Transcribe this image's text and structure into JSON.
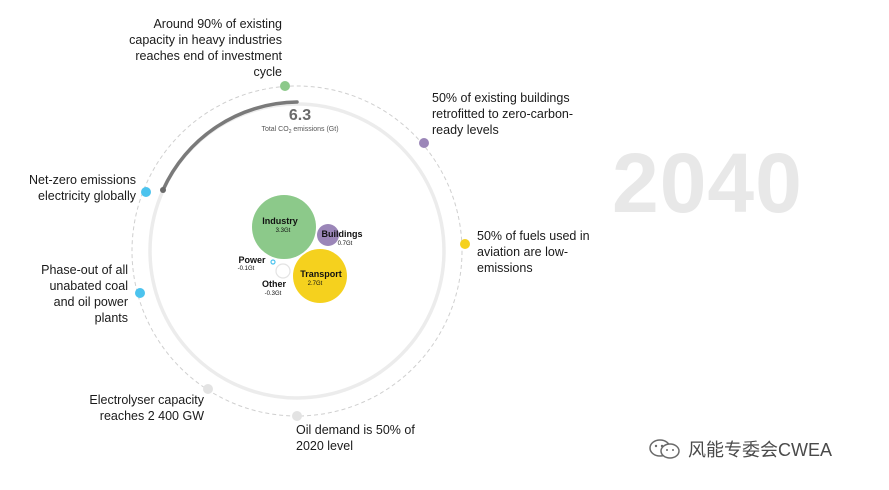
{
  "year": "2040",
  "total": {
    "value": "6.3",
    "label_prefix": "Total CO",
    "label_sub": "2",
    "label_suffix": " emissions (Gt)"
  },
  "milestones": [
    {
      "id": "industry",
      "text": "Around 90% of existing capacity in heavy industries reaches end of investment cycle",
      "color": "#8cc98a"
    },
    {
      "id": "buildings",
      "text": "50% of existing buildings retrofitted to zero-carbon-ready levels",
      "color": "#9b86b8"
    },
    {
      "id": "aviation",
      "text": "50% of fuels used in aviation are low-emissions",
      "color": "#f5d11e"
    },
    {
      "id": "oil-demand",
      "text": "Oil demand is 50% of 2020 level",
      "color": "#e3e3e3"
    },
    {
      "id": "electrolyser",
      "text": "Electrolyser capacity reaches 2 400 GW",
      "color": "#e3e3e3"
    },
    {
      "id": "coal-oil-phaseout",
      "text": "Phase-out of all unabated coal and oil power plants",
      "color": "#4cc3ee"
    },
    {
      "id": "net-zero-electricity",
      "text": "Net-zero emissions electricity globally",
      "color": "#4cc3ee"
    }
  ],
  "sectors": [
    {
      "name": "Industry",
      "value": "3.3Gt",
      "color": "#8cc98a"
    },
    {
      "name": "Buildings",
      "value": "0.7Gt",
      "color": "#9b86b8"
    },
    {
      "name": "Transport",
      "value": "2.7Gt",
      "color": "#f5d11e"
    },
    {
      "name": "Power",
      "value": "-0.1Gt",
      "color": "#4cc3ee"
    },
    {
      "name": "Other",
      "value": "-0.3Gt",
      "color": "#e3e3e3"
    }
  ],
  "watermark": "风能专委会CWEA"
}
